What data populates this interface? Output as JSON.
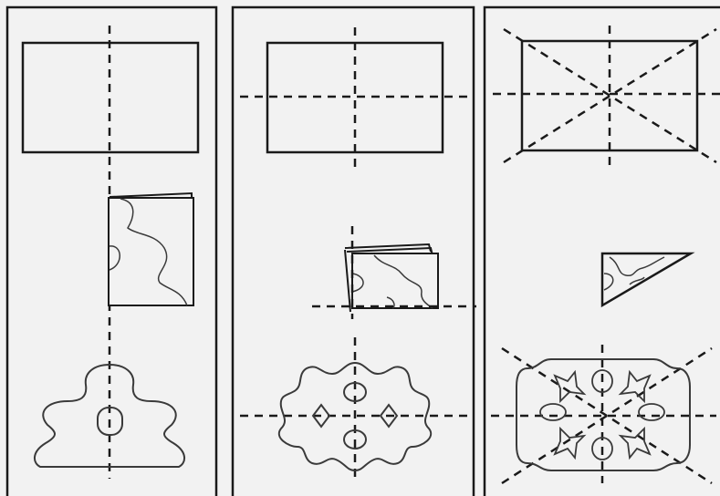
{
  "figure": {
    "panels": [
      {
        "key": "one-fold",
        "folds": "vertical"
      },
      {
        "key": "two-folds",
        "folds": "vertical-and-horizontal"
      },
      {
        "key": "four-folds",
        "folds": "vertical-horizontal-and-diagonal"
      }
    ],
    "colors": {
      "background": "#f2f2f2",
      "stroke": "#1a1a1a",
      "cut_outline": "#3a3a3a"
    }
  }
}
